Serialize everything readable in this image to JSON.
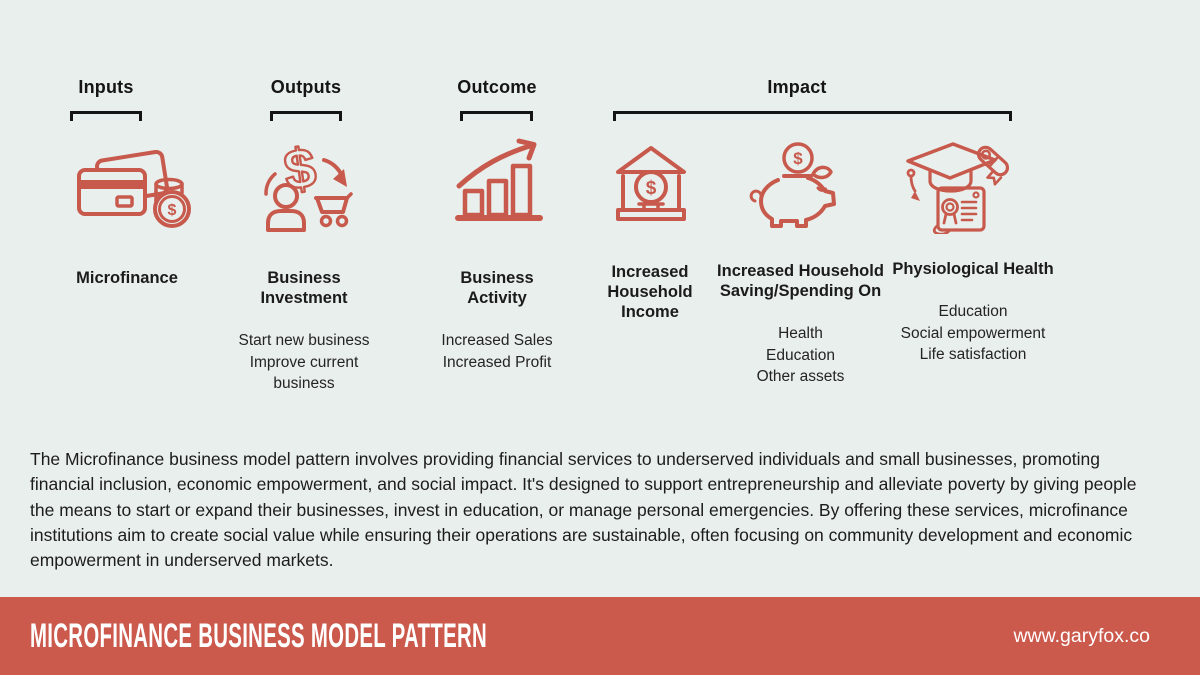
{
  "colors": {
    "accent": "#c75a4c",
    "background": "#e9efed",
    "banner": "#cb594c",
    "text": "#1c1c1c"
  },
  "flow": {
    "stages": [
      {
        "label": "Inputs"
      },
      {
        "label": "Outputs"
      },
      {
        "label": "Outcome"
      },
      {
        "label": "Impact"
      }
    ],
    "items": [
      {
        "icon": "credit-cards-and-coins-icon",
        "title": "Microfinance",
        "details": []
      },
      {
        "icon": "dollar-person-cart-cycle-icon",
        "title": "Business Investment",
        "details": [
          "Start new business",
          "Improve current business"
        ]
      },
      {
        "icon": "rising-bar-chart-icon",
        "title": "Business Activity",
        "details": [
          "Increased Sales",
          "Increased Profit"
        ]
      },
      {
        "icon": "bank-dollar-icon",
        "title": "Increased Household Income",
        "details": []
      },
      {
        "icon": "piggy-bank-coin-icon",
        "title": "Increased Household Saving/Spending On",
        "details": [
          "Health",
          "Education",
          "Other assets"
        ]
      },
      {
        "icon": "graduation-diploma-certificate-icon",
        "title": "Physiological Health",
        "details": [
          "Education",
          "Social empowerment",
          "Life satisfaction"
        ]
      }
    ]
  },
  "description": "The Microfinance business model pattern involves providing financial services to underserved individuals and small businesses, promoting financial inclusion, economic empowerment, and social impact. It's designed to support entrepreneurship and alleviate poverty by giving people the means to start or expand their businesses, invest in education, or manage personal emergencies. By offering these services, microfinance institutions aim to create social value while ensuring their operations are sustainable, often focusing on community development and economic empowerment in underserved markets.",
  "footer": {
    "title": "MICROFINANCE BUSINESS MODEL PATTERN",
    "website": "www.garyfox.co"
  }
}
